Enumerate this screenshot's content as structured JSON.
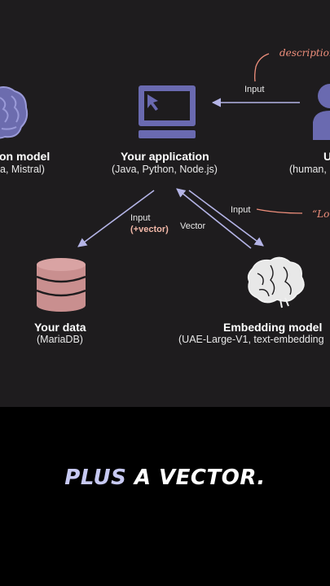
{
  "nodes": {
    "generation_model": {
      "title": "on model",
      "sub": "a, Mistral)"
    },
    "application": {
      "title": "Your application",
      "sub": "(Java, Python, Node.js)"
    },
    "user": {
      "title": "U",
      "sub": "(human,"
    },
    "data": {
      "title": "Your data",
      "sub": "(MariaDB)"
    },
    "embedding": {
      "title": "Embedding model",
      "sub": "(UAE-Large-V1, text-embedding"
    }
  },
  "edges": {
    "user_to_app": "Input",
    "app_to_data_line1": "Input",
    "app_to_data_line2": "(+vector)",
    "embedding_to_app": "Vector",
    "app_to_embedding": "Input"
  },
  "annotations": {
    "top": "description=",
    "right": "“Lor"
  },
  "caption": {
    "word1": "PLUS",
    "rest": "A VECTOR."
  },
  "colors": {
    "accent": "#6f6fb8",
    "annotation": "#ef8f7c",
    "database": "#c98f8f",
    "vector_highlight": "#f2b8a8"
  }
}
